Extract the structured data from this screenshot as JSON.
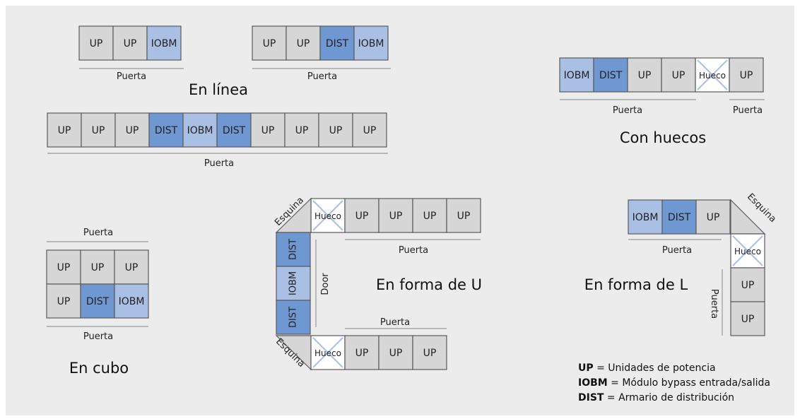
{
  "labels": {
    "up": "UP",
    "iobm": "IOBM",
    "dist": "DIST",
    "hueco": "Hueco",
    "puerta": "Puerta",
    "door": "Door",
    "esquina": "Esquina"
  },
  "titles": {
    "en_linea": "En línea",
    "con_huecos": "Con huecos",
    "en_cubo": "En cubo",
    "en_forma_u": "En forma de U",
    "en_forma_l": "En forma de L"
  },
  "legend": [
    {
      "key": "UP",
      "text": " = Unidades de potencia"
    },
    {
      "key": "IOBM",
      "text": " = Módulo bypass entrada/salida"
    },
    {
      "key": "DIST",
      "text": " = Armario de distribución"
    }
  ],
  "colors": {
    "up_fill": "#d6d6d6",
    "iobm_fill": "#a9bfe3",
    "dist_fill": "#6f97d2",
    "hueco_fill": "#ffffff",
    "hueco_cross": "#a9bfe3",
    "border": "#5a5a5a",
    "line": "#9a9a9a"
  },
  "layouts": [
    {
      "name": "linea-row-1",
      "cells": [
        "UP",
        "UP",
        "IOBM"
      ],
      "puerta_labels": [
        "Puerta"
      ]
    },
    {
      "name": "linea-row-2",
      "cells": [
        "UP",
        "UP",
        "DIST",
        "IOBM"
      ],
      "puerta_labels": [
        "Puerta"
      ]
    },
    {
      "name": "linea-row-3",
      "cells": [
        "UP",
        "UP",
        "UP",
        "DIST",
        "IOBM",
        "DIST",
        "UP",
        "UP",
        "UP",
        "UP"
      ],
      "puerta_labels": [
        "Puerta"
      ]
    },
    {
      "name": "huecos-row",
      "cells": [
        "IOBM",
        "DIST",
        "UP",
        "UP",
        "Hueco",
        "UP"
      ],
      "puerta_labels": [
        "Puerta",
        "Puerta"
      ]
    },
    {
      "name": "cubo-grid",
      "cells": [
        "UP",
        "UP",
        "UP",
        "UP",
        "DIST",
        "IOBM"
      ],
      "puerta_labels": [
        "Puerta",
        "Puerta"
      ]
    },
    {
      "name": "u-top",
      "cells": [
        "Hueco",
        "UP",
        "UP",
        "UP",
        "UP"
      ],
      "puerta_labels": [
        "Puerta"
      ]
    },
    {
      "name": "u-side",
      "cells": [
        "DIST",
        "IOBM",
        "DIST"
      ],
      "puerta_labels": [
        "Door"
      ]
    },
    {
      "name": "u-bottom",
      "cells": [
        "Hueco",
        "UP",
        "UP",
        "UP"
      ],
      "puerta_labels": [
        "Puerta"
      ]
    },
    {
      "name": "l-top",
      "cells": [
        "IOBM",
        "DIST",
        "UP"
      ],
      "puerta_labels": [
        "Puerta"
      ]
    },
    {
      "name": "l-side",
      "cells": [
        "Hueco",
        "UP",
        "UP"
      ],
      "puerta_labels": [
        "Puerta"
      ]
    }
  ]
}
